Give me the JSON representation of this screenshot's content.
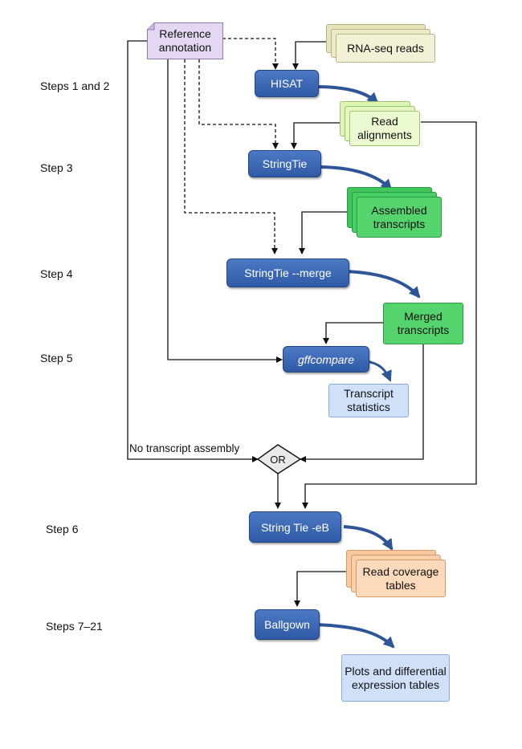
{
  "steps": {
    "s12": "Steps 1 and 2",
    "s3": "Step 3",
    "s4": "Step 4",
    "s5": "Step 5",
    "s6": "Step 6",
    "s7": "Steps 7–21"
  },
  "tools": {
    "hisat": "HISAT",
    "stringtie": "StringTie",
    "merge": "StringTie --merge",
    "gffcompare": "gffcompare",
    "stringtie_eb": "String Tie -eB",
    "ballgown": "Ballgown"
  },
  "data_nodes": {
    "reference": "Reference annotation",
    "rnaseq": "RNA-seq reads",
    "alignments": "Read alignments",
    "assembled": "Assembled transcripts",
    "merged": "Merged transcripts",
    "stats": "Transcript statistics",
    "coverage": "Read coverage tables",
    "plots": "Plots and differential expression tables"
  },
  "decision": {
    "or": "OR"
  },
  "notes": {
    "no_assembly": "No transcript assembly"
  },
  "colors": {
    "tool_blue": "#3563b0",
    "reference_purple": "#e4d7f2",
    "reads_tan": "#f0efd0",
    "alignments_lightgreen": "#e9f8c8",
    "transcripts_green": "#52d36d",
    "stats_lightblue": "#cfe0f8",
    "coverage_orange": "#fbd3b0"
  }
}
